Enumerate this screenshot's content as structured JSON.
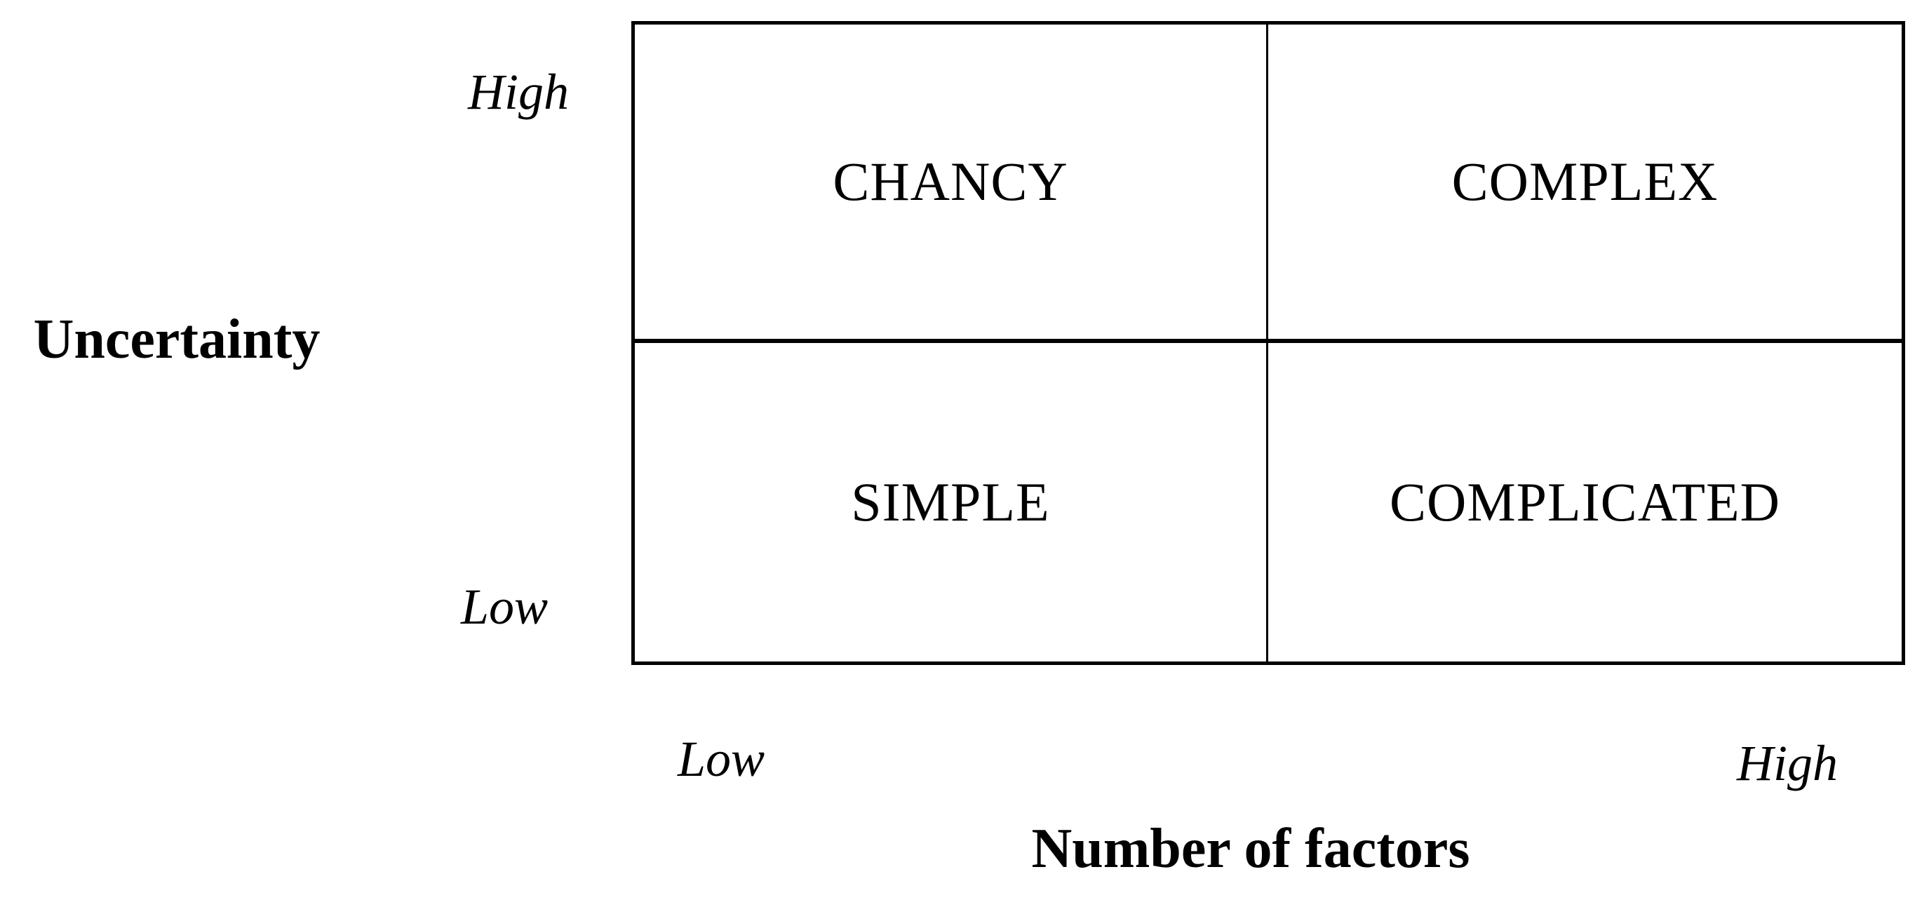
{
  "figure": {
    "type": "2x2-matrix",
    "background_color": "#ffffff",
    "line_color": "#000000",
    "text_color": "#000000",
    "quadrants": {
      "top_left": "CHANCY",
      "top_right": "COMPLEX",
      "bottom_left": "SIMPLE",
      "bottom_right": "COMPLICATED"
    },
    "y_axis": {
      "title": "Uncertainty",
      "top_tick": "High",
      "bottom_tick": "Low"
    },
    "x_axis": {
      "title": "Number of factors",
      "left_tick": "Low",
      "right_tick": "High"
    }
  }
}
